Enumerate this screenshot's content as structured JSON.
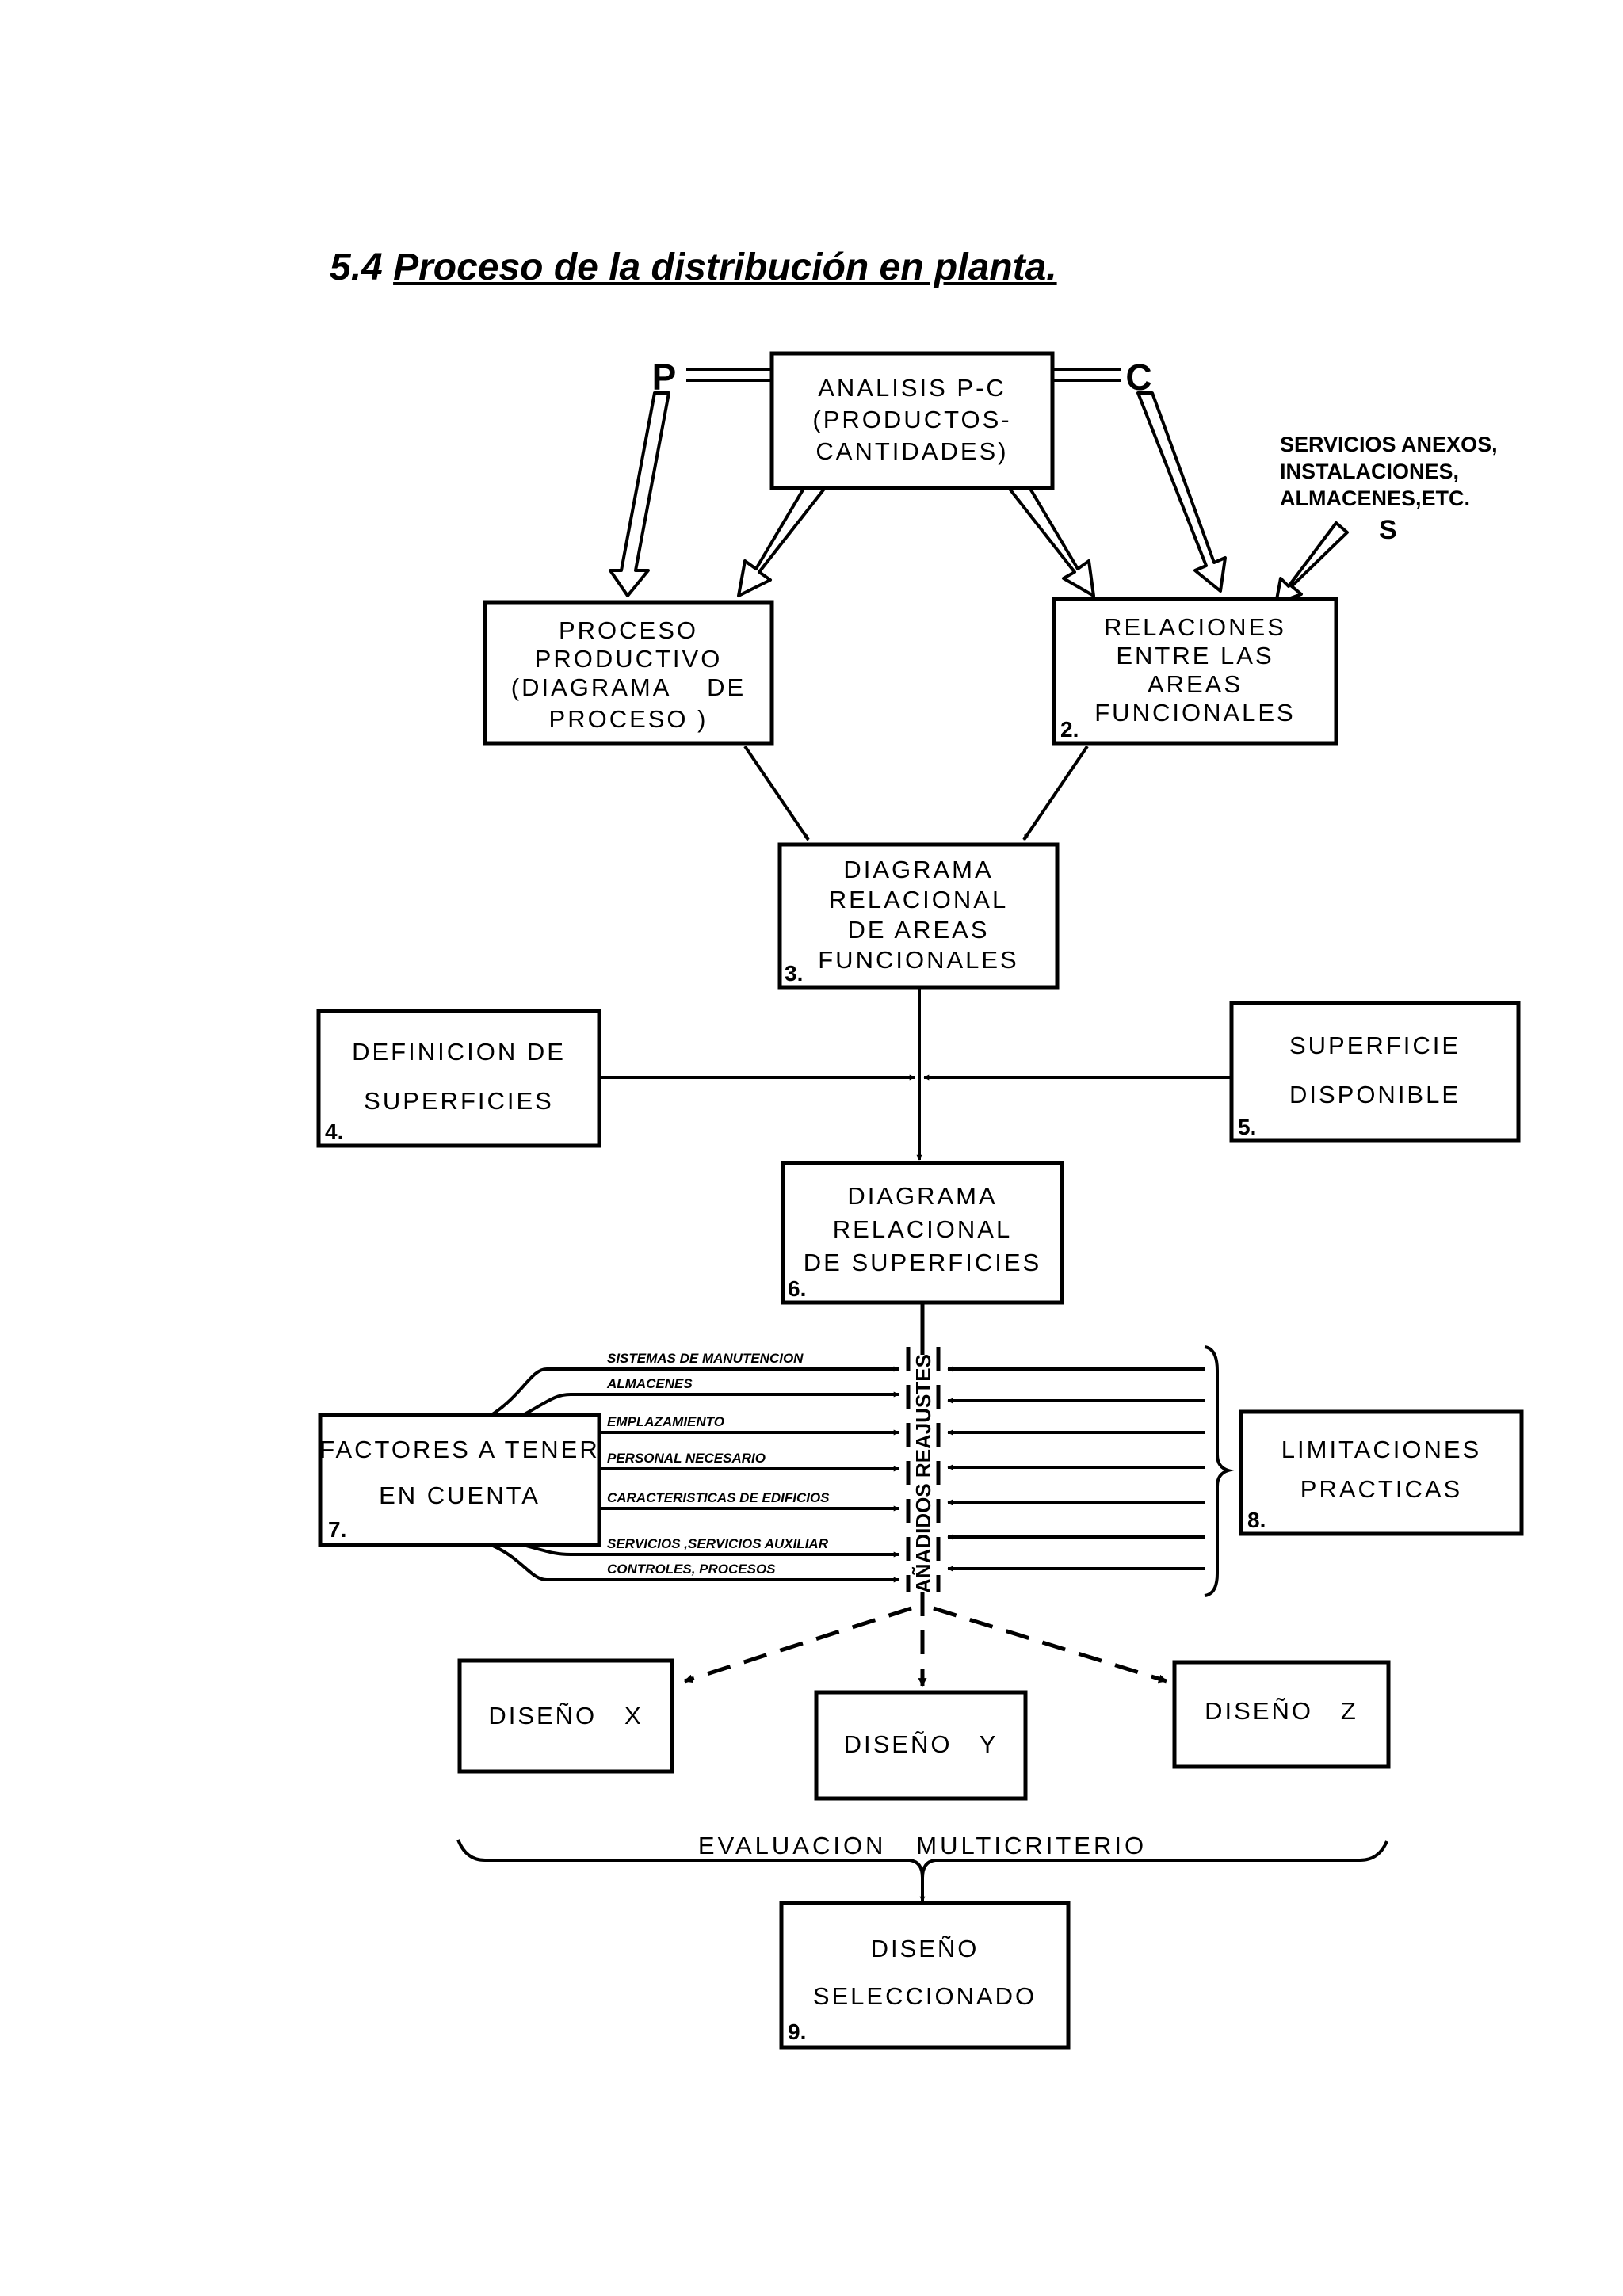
{
  "title": {
    "number": "5.4",
    "text": "Proceso de la distribución en planta."
  },
  "colors": {
    "ink": "#000000",
    "paper": "#ffffff"
  },
  "inputs": {
    "p": "P",
    "c": "C",
    "s": "S",
    "s_label": [
      "SERVICIOS ANEXOS,",
      "INSTALACIONES,",
      "ALMACENES,ETC."
    ]
  },
  "boxes": {
    "analisis": {
      "lines": [
        "ANALISIS P-C",
        "(PRODUCTOS-",
        "CANTIDADES)"
      ]
    },
    "proceso": {
      "lines": [
        "PROCESO",
        "PRODUCTIVO",
        "(DIAGRAMA    DE",
        "PROCESO )"
      ]
    },
    "relaciones": {
      "number": "2.",
      "lines": [
        "RELACIONES",
        "ENTRE LAS",
        "AREAS",
        "FUNCIONALES"
      ]
    },
    "diagrama_areas": {
      "number": "3.",
      "lines": [
        "DIAGRAMA",
        "RELACIONAL",
        "DE AREAS",
        "FUNCIONALES"
      ]
    },
    "definicion": {
      "number": "4.",
      "lines": [
        "DEFINICION DE",
        "SUPERFICIES"
      ]
    },
    "superficie": {
      "number": "5.",
      "lines": [
        "SUPERFICIE",
        "DISPONIBLE"
      ]
    },
    "diagrama_sup": {
      "number": "6.",
      "lines": [
        "DIAGRAMA",
        "RELACIONAL",
        "DE SUPERFICIES"
      ]
    },
    "factores": {
      "number": "7.",
      "lines": [
        "FACTORES A TENER",
        "EN CUENTA"
      ]
    },
    "limitaciones": {
      "number": "8.",
      "lines": [
        "LIMITACIONES",
        "PRACTICAS"
      ]
    },
    "diseno_x": {
      "lines": [
        "DISEÑO   X"
      ]
    },
    "diseno_y": {
      "lines": [
        "DISEÑO   Y"
      ]
    },
    "diseno_z": {
      "lines": [
        "DISEÑO   Z"
      ]
    },
    "seleccionado": {
      "number": "9.",
      "lines": [
        "DISEÑO",
        "SELECCIONADO"
      ]
    }
  },
  "factors": [
    "SISTEMAS DE MANUTENCION",
    "ALMACENES",
    "EMPLAZAMIENTO",
    "PERSONAL NECESARIO",
    "CARACTERISTICAS DE EDIFICIOS",
    "SERVICIOS ,SERVICIOS AUXILIAR",
    "CONTROLES, PROCESOS"
  ],
  "reajustes_label": "AÑADIDOS REAJUSTES",
  "evaluacion": "EVALUACION   MULTICRITERIO"
}
